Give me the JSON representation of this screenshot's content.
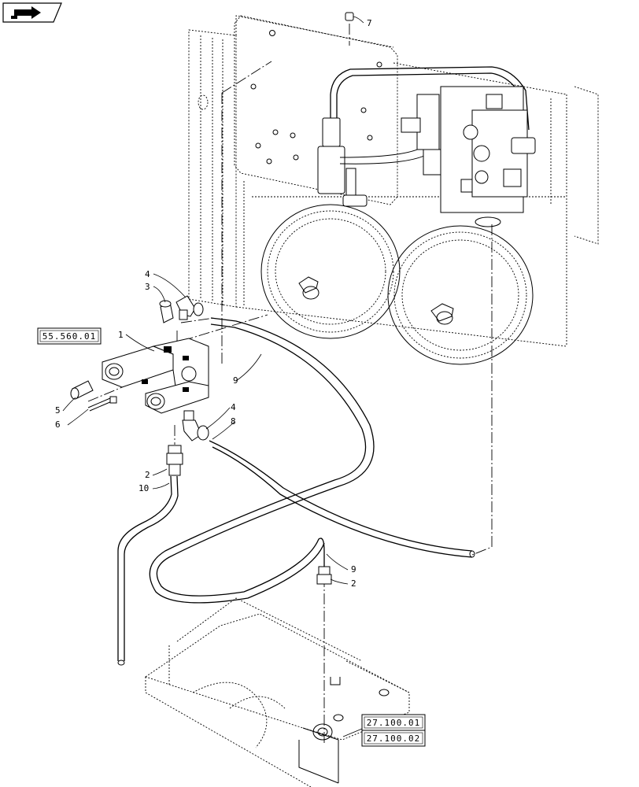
{
  "nav_icon": "forward-arrow-icon",
  "callouts": [
    {
      "id": "c1",
      "label": "1"
    },
    {
      "id": "c2a",
      "label": "2"
    },
    {
      "id": "c2b",
      "label": "2"
    },
    {
      "id": "c3",
      "label": "3"
    },
    {
      "id": "c4a",
      "label": "4"
    },
    {
      "id": "c4b",
      "label": "4"
    },
    {
      "id": "c5",
      "label": "5"
    },
    {
      "id": "c6",
      "label": "6"
    },
    {
      "id": "c7",
      "label": "7"
    },
    {
      "id": "c8",
      "label": "8"
    },
    {
      "id": "c9a",
      "label": "9"
    },
    {
      "id": "c9b",
      "label": "9"
    },
    {
      "id": "c10",
      "label": "10"
    }
  ],
  "references": {
    "ref_valve": "55.560.01",
    "ref_upper": "27.100.01",
    "ref_lower": "27.100.02"
  }
}
